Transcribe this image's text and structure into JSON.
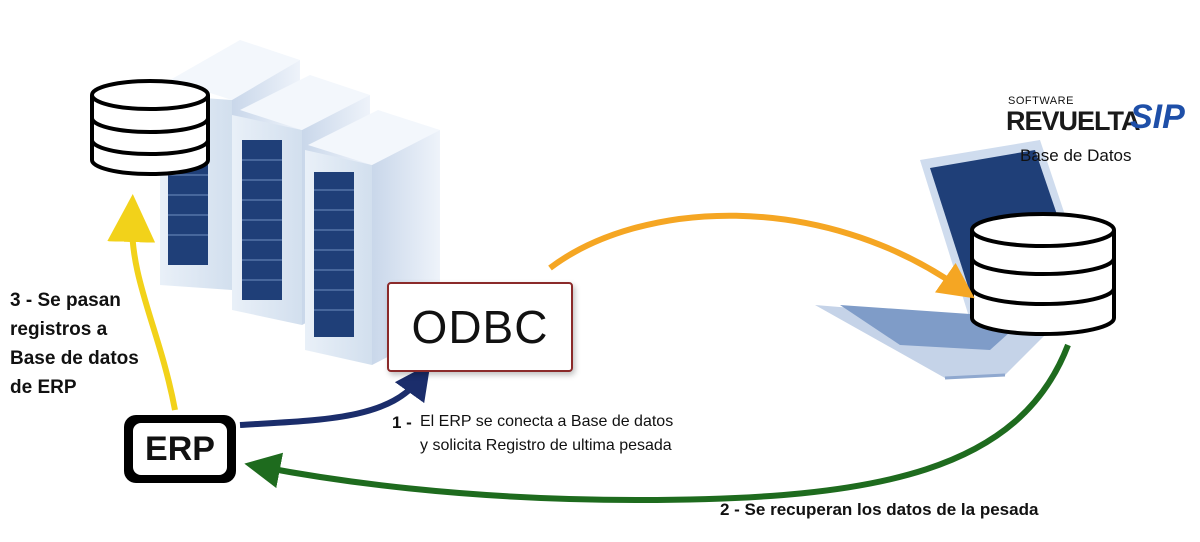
{
  "odbc": {
    "label": "ODBC"
  },
  "erp": {
    "label": "ERP"
  },
  "logo": {
    "software": "SOFTWARE",
    "revuelta": "REVUELTA",
    "sip": "SIP",
    "caption": "Base de Datos"
  },
  "steps": {
    "step1_number": "1 -",
    "step1_line1": "El ERP se conecta a Base de datos",
    "step1_line2": "y solicita Registro de ultima pesada",
    "step2": "2 - Se recuperan los datos de la pesada",
    "step3_line1": "3 - Se pasan",
    "step3_line2": "registros a",
    "step3_line3": "Base de datos",
    "step3_line4": "de ERP"
  },
  "colors": {
    "arrow_step1": "#1b2d6b",
    "arrow_step2": "#1e6b1e",
    "arrow_step3": "#f2d21a",
    "arrow_orange": "#f5a623",
    "server": "#dfe8f3",
    "server_rack": "#1f3f78"
  },
  "icons": [
    "database-icon",
    "server-rack-icon",
    "laptop-icon",
    "odbc-box",
    "erp-logo"
  ]
}
